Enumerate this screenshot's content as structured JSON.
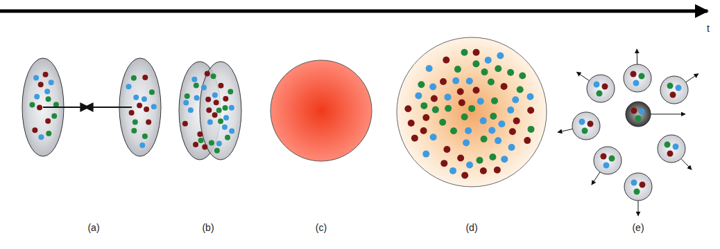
{
  "diagram": {
    "labels": [
      "t",
      "(a)",
      "(b)",
      "(c)",
      "(d)",
      "(e)"
    ]
  }
}
